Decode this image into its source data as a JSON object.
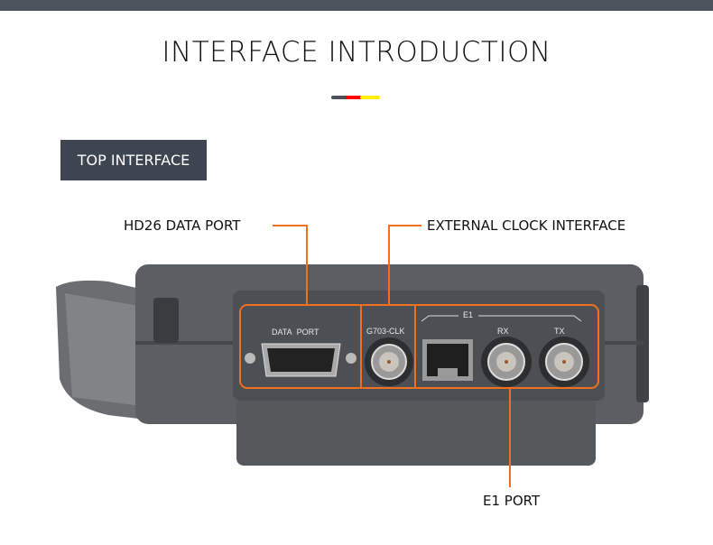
{
  "header": {
    "title": "INTERFACE INTRODUCTION",
    "accent_colors": [
      "#4a525b",
      "#ff0000",
      "#ffee00"
    ]
  },
  "section_tag": "TOP INTERFACE",
  "callouts": {
    "hd26": "HD26 DATA PORT",
    "clock": "EXTERNAL CLOCK INTERFACE",
    "e1": "E1 PORT"
  },
  "device_labels": {
    "data_port": "DATA PORT",
    "clk": "G703-CLK",
    "e1": "E1",
    "rx": "RX",
    "tx": "TX"
  },
  "callout_color": "#f07020"
}
